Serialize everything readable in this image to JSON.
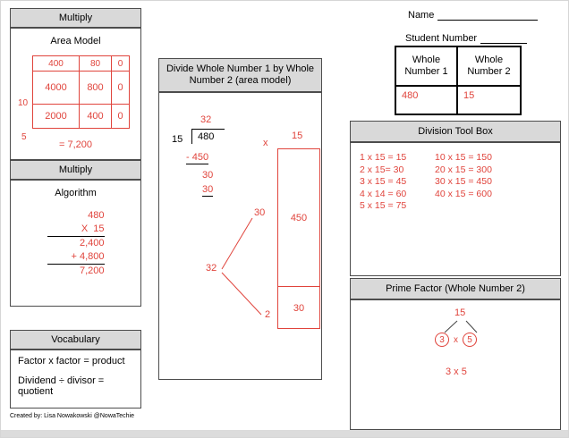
{
  "colors": {
    "accent_red": "#e0443c",
    "header_gray": "#d9d9d9"
  },
  "top_right": {
    "name_label": "Name",
    "student_number_label": "Student Number"
  },
  "multiply_area": {
    "header": "Multiply",
    "subheader": "Area Model",
    "col_headers": [
      "400",
      "80",
      "0"
    ],
    "rows": [
      {
        "label": "10",
        "cells": [
          "4000",
          "800",
          "0"
        ]
      },
      {
        "label": "5",
        "cells": [
          "2000",
          "400",
          "0"
        ]
      }
    ],
    "total": "= 7,200"
  },
  "multiply_algorithm": {
    "header": "Multiply",
    "subheader": "Algorithm",
    "lines": [
      "480",
      "X  15",
      "2,400",
      "+ 4,800",
      "7,200"
    ]
  },
  "vocabulary": {
    "header": "Vocabulary",
    "line1": "Factor x factor = product",
    "line2": "Dividend ÷ divisor = quotient"
  },
  "divide_panel": {
    "header": "Divide Whole Number 1 by Whole Number 2 (area model)",
    "quotient": "32",
    "divisor": "15",
    "dividend": "480",
    "subtract": "- 450",
    "diff1": "30",
    "diff2": "30",
    "x_symbol": "x",
    "top_factor": "15",
    "area_top": "450",
    "area_bottom": "30",
    "part1": "30",
    "part2": "2",
    "sum": "32"
  },
  "whole_numbers": {
    "header1": "Whole Number 1",
    "header2": "Whole Number 2",
    "value1": "480",
    "value2": "15"
  },
  "toolbox": {
    "title": "Division Tool Box",
    "col1": [
      "1 x 15 = 15",
      "2 x 15= 30",
      "3 x 15 = 45",
      "4 x 14 = 60",
      "5 x 15 = 75"
    ],
    "col2": [
      "10 x 15 = 150",
      "20 x 15 = 300",
      "30 x 15 = 450",
      "40 x 15 = 600"
    ]
  },
  "prime_factor": {
    "title": "Prime Factor (Whole Number 2)",
    "root": "15",
    "factor1": "3",
    "x_symbol": "x",
    "factor2": "5",
    "product": "3 x 5"
  },
  "credit": "Created by: Lisa Nowakowski @NowaTechie"
}
